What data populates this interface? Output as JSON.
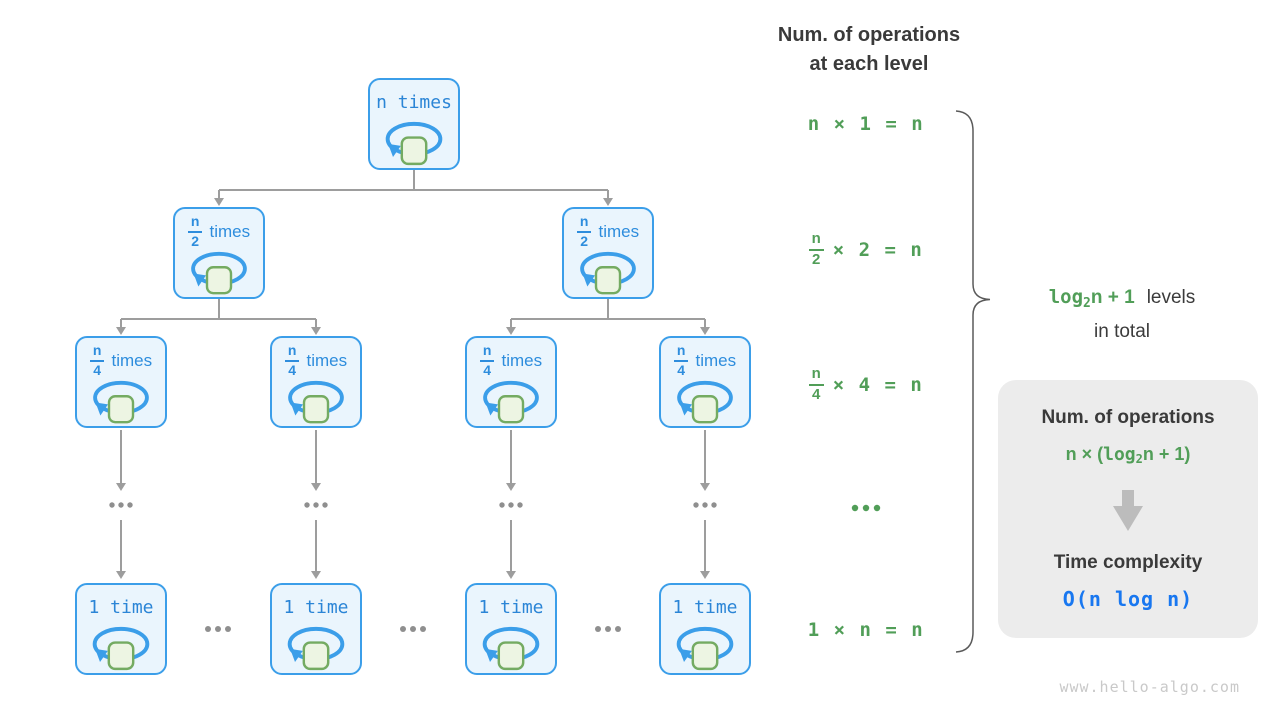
{
  "header": {
    "line1": "Num. of operations",
    "line2": "at each level"
  },
  "tree": {
    "root": {
      "label": "n times"
    },
    "level2": {
      "num": "n",
      "den": "2",
      "word": "times"
    },
    "level3": {
      "num": "n",
      "den": "4",
      "word": "times"
    },
    "level4": {
      "label": "1 time"
    }
  },
  "equations": {
    "eq1": "n × 1 = n",
    "eq2": {
      "num": "n",
      "den": "2",
      "rest": "× 2 = n"
    },
    "eq3": {
      "num": "n",
      "den": "4",
      "rest": "× 4 = n"
    },
    "eq4": "1 × n = n"
  },
  "brace": {
    "f_log": "log",
    "f_sub": "2",
    "f_rest": "n + 1",
    "suffix": "levels",
    "line2": "in total"
  },
  "box": {
    "title": "Num. of operations",
    "f_pre": "n × (",
    "f_log": "log",
    "f_sub": "2",
    "f_post": "n + 1)",
    "subtitle": "Time complexity",
    "complexity": "O(n log n)"
  },
  "watermark": "www.hello-algo.com",
  "colors": {
    "node_border": "#3b9ee9",
    "node_fill": "#eaf5fd",
    "node_text": "#2b85d6",
    "loop_square_fill": "#edf5e3",
    "loop_square_border": "#74ab62",
    "green_text": "#519e58",
    "dark_text": "#3a3a3a",
    "connector_gray": "#9d9d9d",
    "box_bg": "#ececec",
    "block_arrow": "#bcbcbc",
    "complexity_blue": "#1877f0",
    "watermark_gray": "#c9c9c9"
  }
}
